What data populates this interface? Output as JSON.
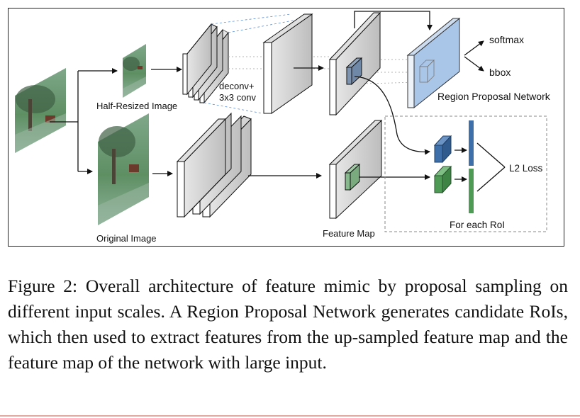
{
  "figure": {
    "labels": {
      "half_resized": "Half-Resized Image",
      "original": "Original Image",
      "deconv_line1": "deconv+",
      "deconv_line2": "3x3 conv",
      "softmax": "softmax",
      "bbox": "bbox",
      "rpn": "Region Proposal Network",
      "l2_loss": "L2 Loss",
      "for_each_roi": "For each RoI",
      "feature_map": "Feature Map"
    },
    "colors": {
      "rpn_block": "#a9c6e8",
      "roi_blue": "#3f6fa8",
      "roi_green": "#4f9a55",
      "layer_face": "#ffffff",
      "layer_side": "#c9c9c9",
      "image_grass": "#6f9f74"
    }
  },
  "caption": {
    "label": "Figure 2:",
    "text": "Overall architecture of feature mimic by proposal sampling on different input scales. A Region Proposal Network generates candidate RoIs, which then used to extract features from the up-sampled feature map and the feature map of the network with large input."
  }
}
